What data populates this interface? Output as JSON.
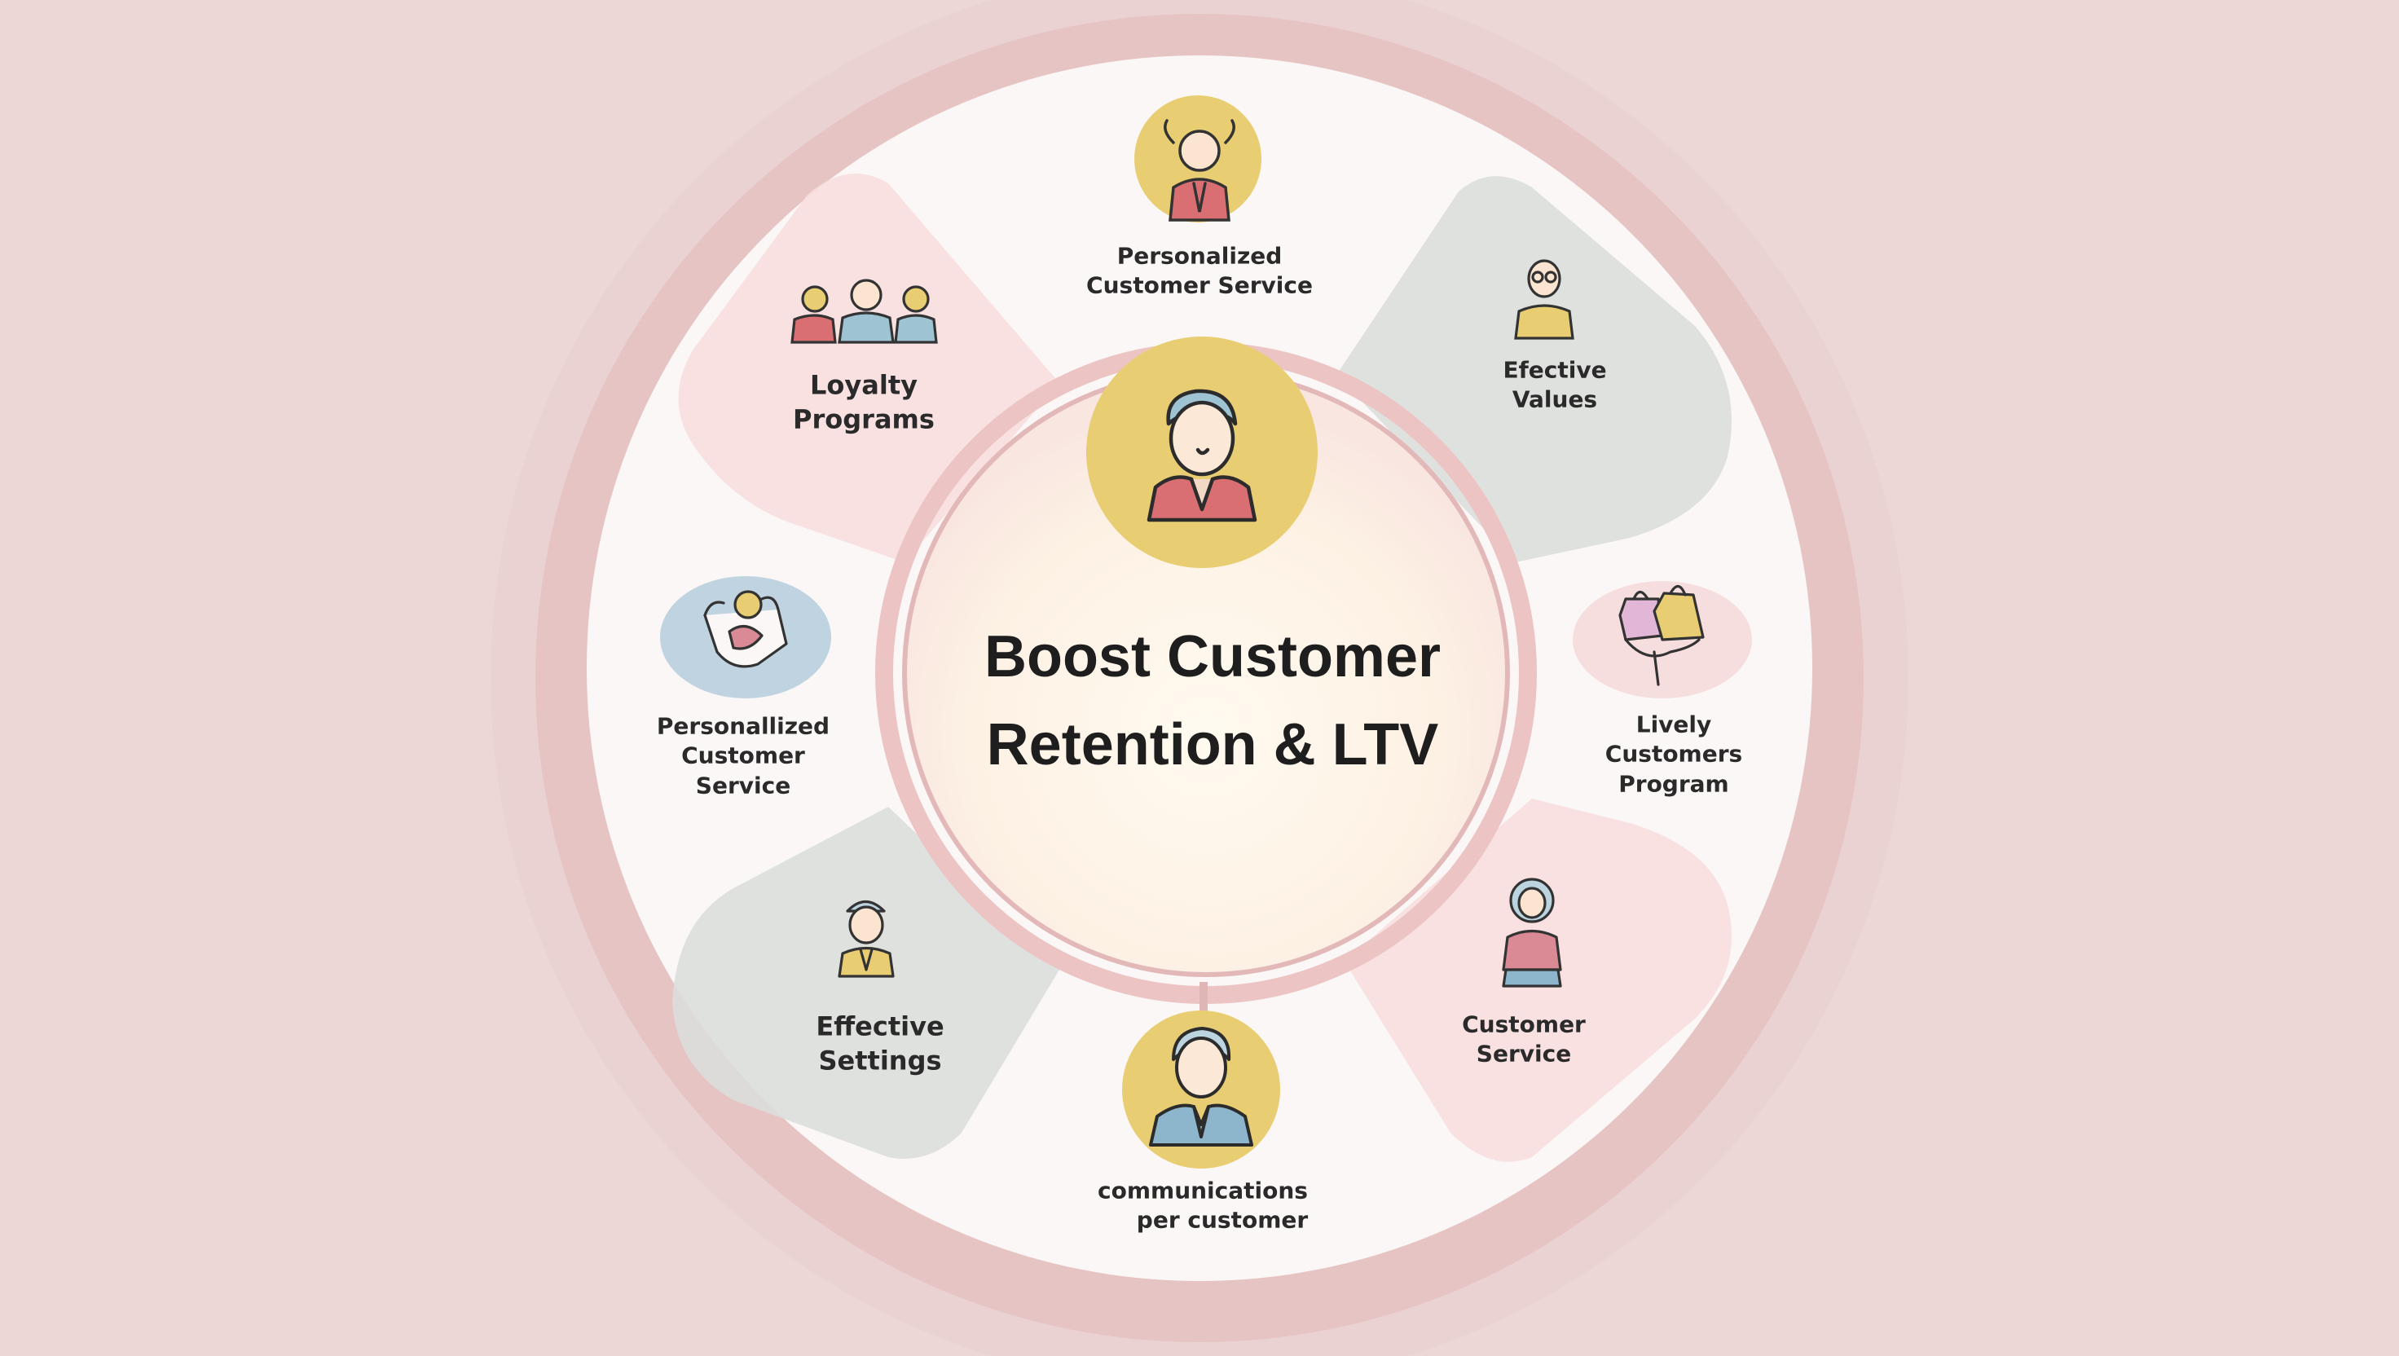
{
  "center": {
    "title_lines": [
      "Boost Customer",
      "Retention & LTV"
    ]
  },
  "segments": [
    {
      "id": "top",
      "lines": [
        "Personalized",
        "Customer Service"
      ]
    },
    {
      "id": "top-right",
      "lines": [
        "Efective",
        "Values"
      ]
    },
    {
      "id": "right",
      "lines": [
        "Lively",
        "Customers",
        "Program"
      ]
    },
    {
      "id": "bottom-right",
      "lines": [
        "Customer",
        "Service"
      ]
    },
    {
      "id": "bottom",
      "lines": [
        "communications",
        "per customer"
      ]
    },
    {
      "id": "bottom-left",
      "lines": [
        "Effective",
        "Settings"
      ]
    },
    {
      "id": "left",
      "lines": [
        "Personallized",
        "Customer",
        "Service"
      ]
    },
    {
      "id": "top-left",
      "lines": [
        "Loyalty",
        "Programs"
      ]
    }
  ],
  "colors": {
    "background": "#ecd6d6",
    "ring": "#e8c3c3",
    "disc": "#fbf7f6",
    "pink_petal": "#f7dede",
    "gray_petal": "#dcdedb",
    "blue_blob": "#bfd3e0",
    "yellow_badge": "#e9cd73",
    "center_glow": "#fdf1e2"
  }
}
